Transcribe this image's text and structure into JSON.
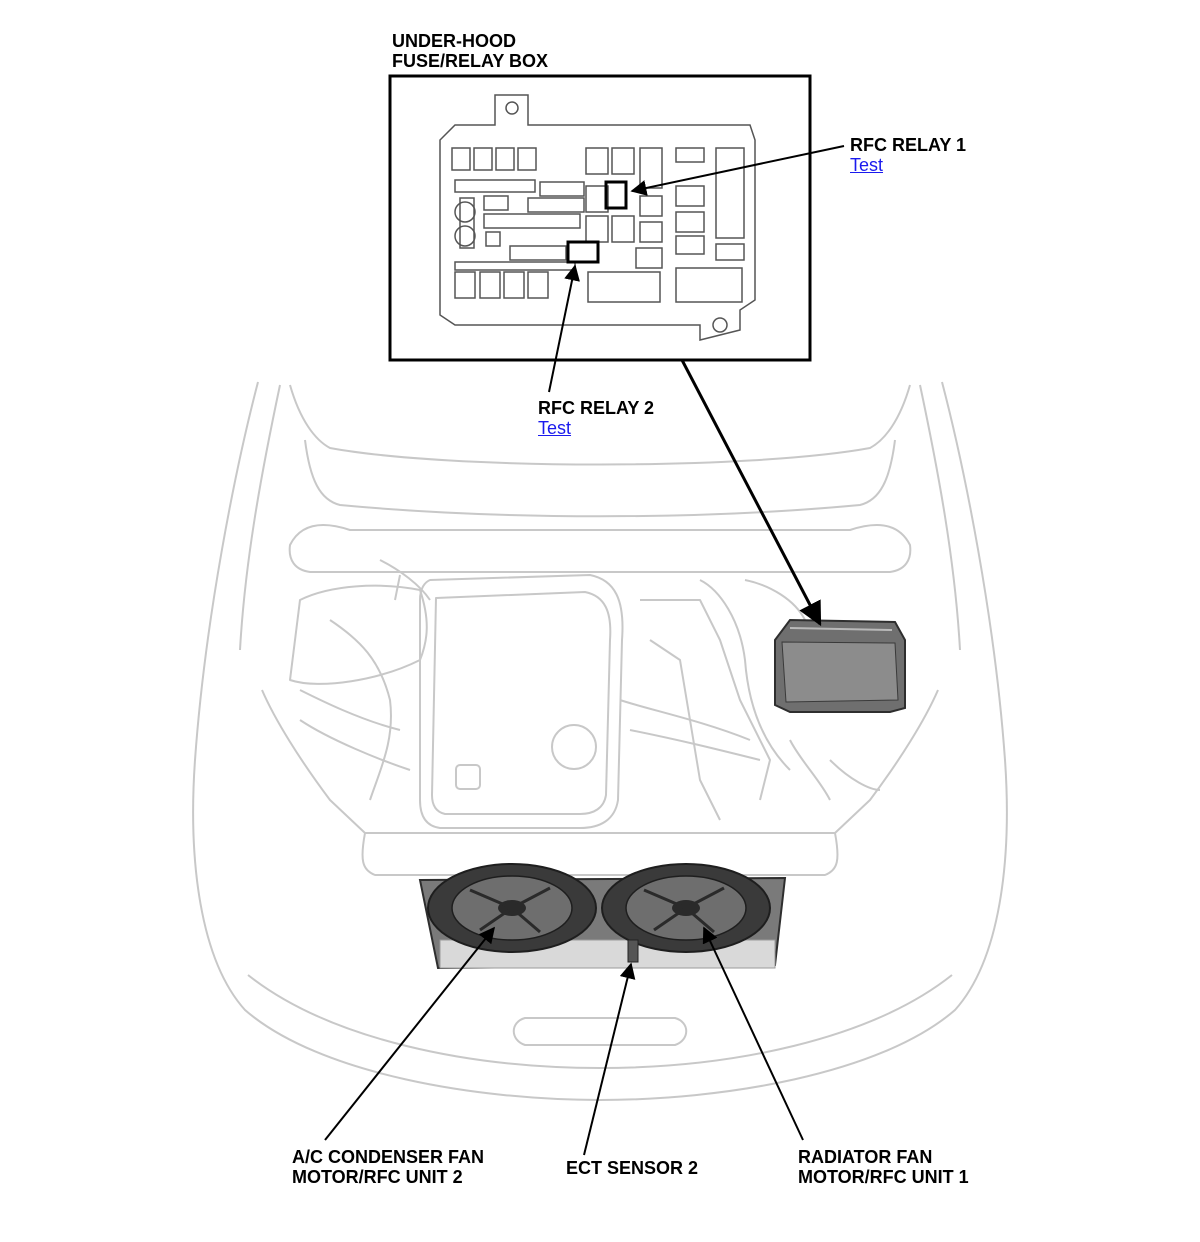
{
  "callouts": {
    "fuse_box_title": {
      "line1": "UNDER-HOOD",
      "line2": "FUSE/RELAY BOX"
    },
    "rfc_relay_1": {
      "label": "RFC RELAY 1",
      "link": "Test"
    },
    "rfc_relay_2": {
      "label": "RFC RELAY 2",
      "link": "Test"
    },
    "ac_condenser_fan": {
      "line1": "A/C CONDENSER FAN",
      "line2": "MOTOR/RFC UNIT 2"
    },
    "ect_sensor": {
      "label": "ECT SENSOR 2"
    },
    "radiator_fan": {
      "line1": "RADIATOR FAN",
      "line2": "MOTOR/RFC UNIT 1"
    }
  },
  "colors": {
    "outline": "#c8c8c8",
    "inset_line": "#444444",
    "leader": "#000000",
    "link": "#1a1aee",
    "fan_dark": "#3a3a3a",
    "fan_mid": "#6e6e6e",
    "fuse_box_fill": "#6f6f6f"
  }
}
